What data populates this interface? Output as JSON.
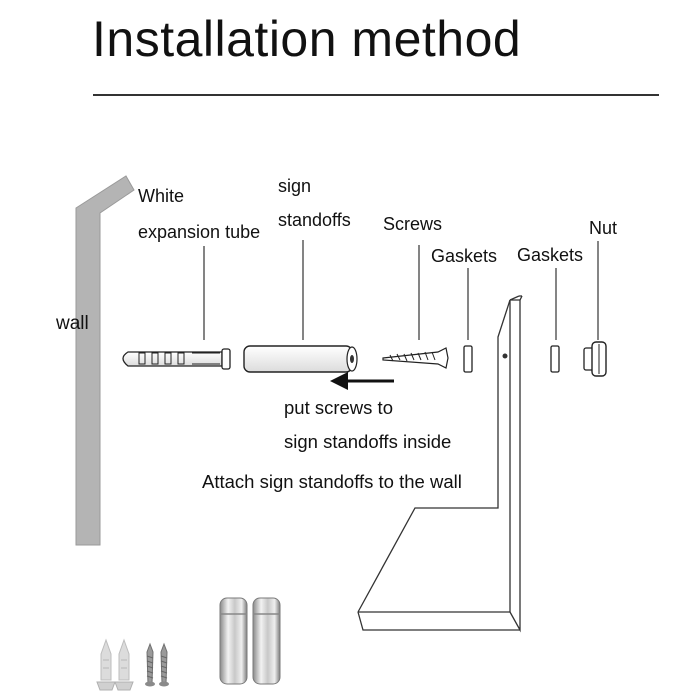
{
  "title": "Installation method",
  "labels": {
    "wall": "wall",
    "white_line1": "White",
    "white_line2": "expansion tube",
    "sign_line1": "sign",
    "sign_line2": "standoffs",
    "screws": "Screws",
    "gaskets_left": "Gaskets",
    "gaskets_right": "Gaskets",
    "nut": "Nut"
  },
  "instructions": {
    "step1_line1": "put screws to",
    "step1_line2": "sign standoffs inside",
    "step2": "Attach sign standoffs to the wall"
  },
  "colors": {
    "wall_fill": "#b4b4b4",
    "line": "#222222",
    "metal_light": "#e6e6e6",
    "metal_dark": "#8a8a8a"
  }
}
